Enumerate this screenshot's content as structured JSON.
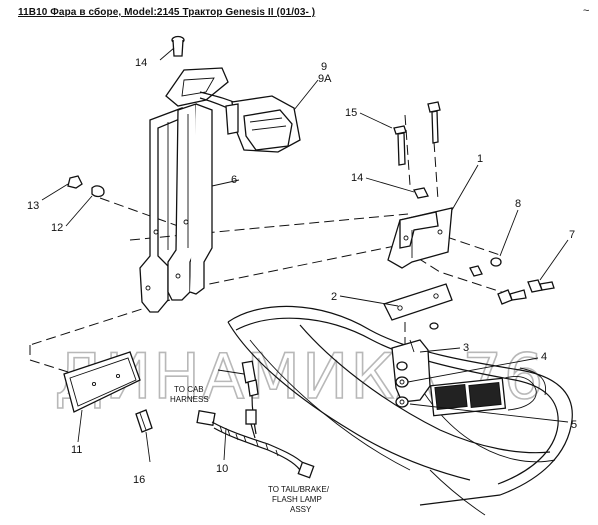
{
  "title": "11B10 Фара в сборе, Model:2145 Трактор Genesis II (01/03- )",
  "watermark": "ДИНАМИКА 76",
  "callouts": {
    "c1": "1",
    "c2": "2",
    "c3": "3",
    "c4": "4",
    "c5": "5",
    "c6": "6",
    "c7": "7",
    "c8": "8",
    "c9": "9",
    "c9a": "9A",
    "c10": "10",
    "c11": "11",
    "c12": "12",
    "c13": "13",
    "c14a": "14",
    "c14b": "14",
    "c15": "15",
    "c16": "16"
  },
  "notes": {
    "cab_line1": "TO CAB",
    "cab_line2": "HARNESS",
    "tail_line1": "TO TAIL/BRAKE/",
    "tail_line2": "FLASH LAMP",
    "tail_line3": "ASSY"
  },
  "corner_mark": "~"
}
